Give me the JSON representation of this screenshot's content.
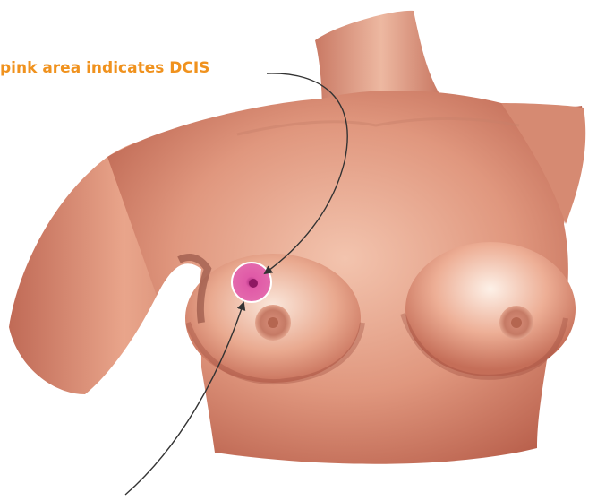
{
  "callout": {
    "label": "pink area indicates DCIS",
    "label_color": "#F0921E"
  },
  "colors": {
    "skin": "#D98B73",
    "skin_shadow": "#8E3F34",
    "skin_highlight": "#FBE9DE",
    "areola": "#C47660",
    "dcis_area": "#E0559E",
    "dcis_core": "#9C1F6E",
    "arrow": "#333333"
  },
  "figure": {
    "subject": "torso-illustration",
    "highlighted_region": "dcis-area"
  }
}
